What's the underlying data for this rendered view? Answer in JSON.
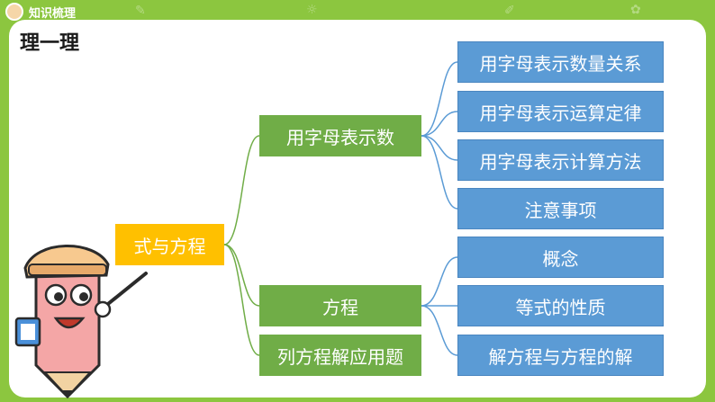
{
  "header": {
    "section_title": "知识梳理"
  },
  "main": {
    "heading": "理一理"
  },
  "diagram": {
    "root": "式与方程",
    "branches": [
      {
        "label": "用字母表示数",
        "children": [
          "用字母表示数量关系",
          "用字母表示运算定律",
          "用字母表示计算方法",
          "注意事项"
        ]
      },
      {
        "label": "方程",
        "children": [
          "概念",
          "等式的性质",
          "解方程与方程的解"
        ]
      },
      {
        "label": "列方程解应用题",
        "children": []
      }
    ]
  },
  "icons": {
    "badge": "avatar-badge-icon",
    "mascot": "pencil-teacher-mascot"
  },
  "colors": {
    "background": "#8cc63f",
    "root": "#ffc000",
    "branch": "#70ad47",
    "leaf": "#5b9bd5",
    "connector": "#70ad47"
  }
}
